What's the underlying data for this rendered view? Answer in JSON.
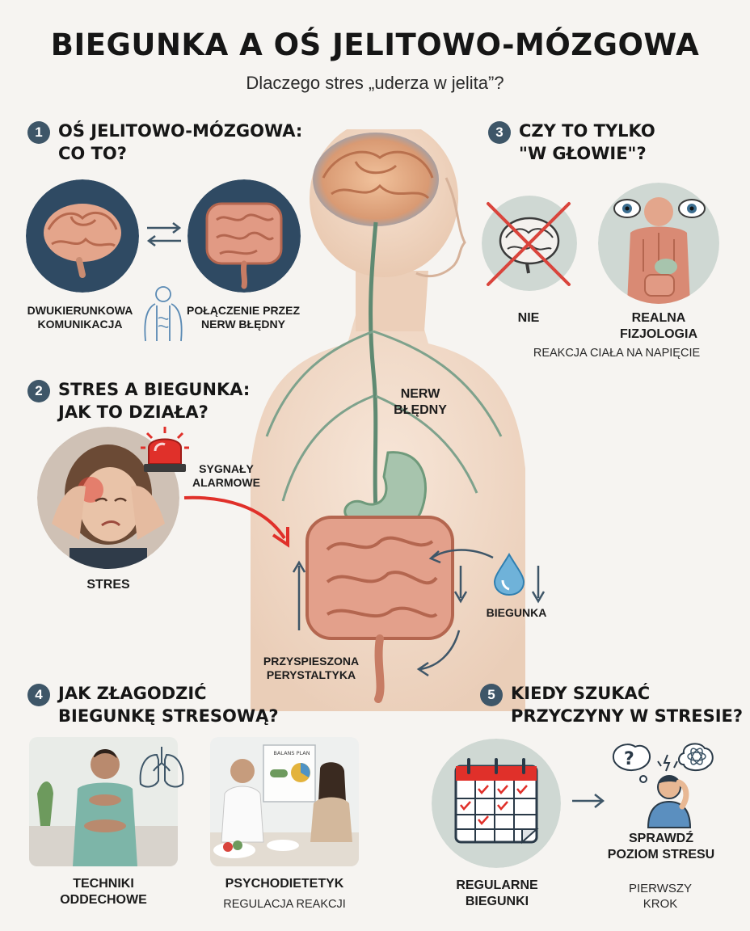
{
  "header": {
    "title": "BIEGUNKA A OŚ JELITOWO-MÓZGOWA",
    "subtitle": "Dlaczego stres „uderza w jelita”?"
  },
  "sections": [
    {
      "number": "1",
      "heading_line1": "OŚ JELITOWO-MÓZGOWA:",
      "heading_line2": "CO TO?"
    },
    {
      "number": "2",
      "heading_line1": "STRES A BIEGUNKA:",
      "heading_line2": "JAK TO DZIAŁA?"
    },
    {
      "number": "3",
      "heading_line1": "CZY TO TYLKO",
      "heading_line2": "\"W GŁOWIE\"?"
    },
    {
      "number": "4",
      "heading_line1": "JAK ZŁAGODZIĆ",
      "heading_line2": "BIEGUNKĘ STRESOWĄ?"
    },
    {
      "number": "5",
      "heading_line1": "KIEDY SZUKAĆ",
      "heading_line2": "PRZYCZYNY W STRESIE?"
    }
  ],
  "s1": {
    "left_label_l1": "DWUKIERUNKOWA",
    "left_label_l2": "KOMUNIKACJA",
    "right_label_l1": "POŁĄCZENIE PRZEZ",
    "right_label_l2": "NERW BŁĘDNY"
  },
  "s2": {
    "signal_l1": "SYGNAŁY",
    "signal_l2": "ALARMOWE",
    "stress_label": "STRES"
  },
  "center": {
    "nerve_l1": "NERW",
    "nerve_l2": "BŁĘDNY",
    "diarrhea_label": "BIEGUNKA",
    "peristalsis_l1": "PRZYSPIESZONA",
    "peristalsis_l2": "PERYSTALTYKA"
  },
  "s3": {
    "no_label": "NIE",
    "real_l1": "REALNA",
    "real_l2": "FIZJOLOGIA",
    "reaction_caption": "REAKCJA CIAŁA NA NAPIĘCIE"
  },
  "s4": {
    "breathing_l1": "TECHNIKI",
    "breathing_l2": "ODDECHOWE",
    "psycho_label": "PSYCHODIETETYK",
    "psycho_caption": "REGULACJA REAKCJI",
    "poster_text": "BALANS PLAN"
  },
  "s5": {
    "regular_l1": "REGULARNE",
    "regular_l2": "BIEGUNKI",
    "check_l1": "SPRAWDŹ",
    "check_l2": "POZIOM STRESU",
    "first_l1": "PIERWSZY",
    "first_l2": "KROK"
  },
  "colors": {
    "accent_navy": "#3e5668",
    "alarm_red": "#e0302a",
    "nerve_green": "#5f8a72",
    "intestine": "#d9907a",
    "background": "#f6f4f1"
  }
}
